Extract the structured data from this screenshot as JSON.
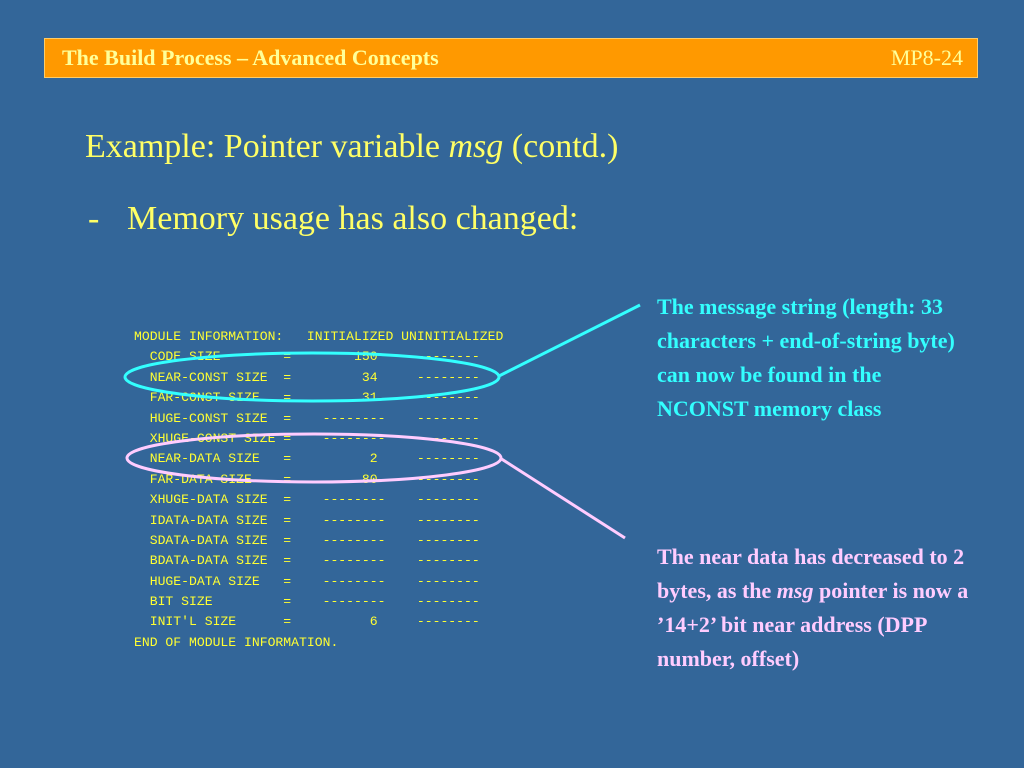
{
  "banner": {
    "title": "The Build Process – Advanced Concepts",
    "page_number": "MP8-24"
  },
  "heading": {
    "prefix": "Example:  Pointer variable ",
    "italic": "msg",
    "suffix": " (contd.)"
  },
  "bullet": {
    "dash": "-",
    "text": "Memory usage has also changed:"
  },
  "module_info": {
    "lines": [
      "MODULE INFORMATION:   INITIALIZED UNINITIALIZED",
      "  CODE SIZE        =        150     --------",
      "  NEAR-CONST SIZE  =         34     --------",
      "  FAR-CONST SIZE   =         31     --------",
      "  HUGE-CONST SIZE  =    --------    --------",
      "  XHUGE-CONST SIZE =    --------    --------",
      "  NEAR-DATA SIZE   =          2     --------",
      "  FAR-DATA SIZE    =         80     --------",
      "  XHUGE-DATA SIZE  =    --------    --------",
      "  IDATA-DATA SIZE  =    --------    --------",
      "  SDATA-DATA SIZE  =    --------    --------",
      "  BDATA-DATA SIZE  =    --------    --------",
      "  HUGE-DATA SIZE   =    --------    --------",
      "  BIT SIZE         =    --------    --------",
      "  INIT'L SIZE      =          6     --------",
      "END OF MODULE INFORMATION."
    ]
  },
  "notes": {
    "cyan": "The message string (length: 33 characters + end-of-string byte) can now be found in the NCONST memory class",
    "pink_prefix": "The near data has decreased to 2 bytes, as the ",
    "pink_italic": "msg",
    "pink_suffix": " pointer is now a ’14+2’ bit near address (DPP number, offset)"
  },
  "colors": {
    "background": "#336699",
    "banner": "#FF9900",
    "heading": "#FFFF66",
    "code": "#FFFF33",
    "cyan_callout": "#33FFFF",
    "pink_callout": "#FFCCFF"
  }
}
